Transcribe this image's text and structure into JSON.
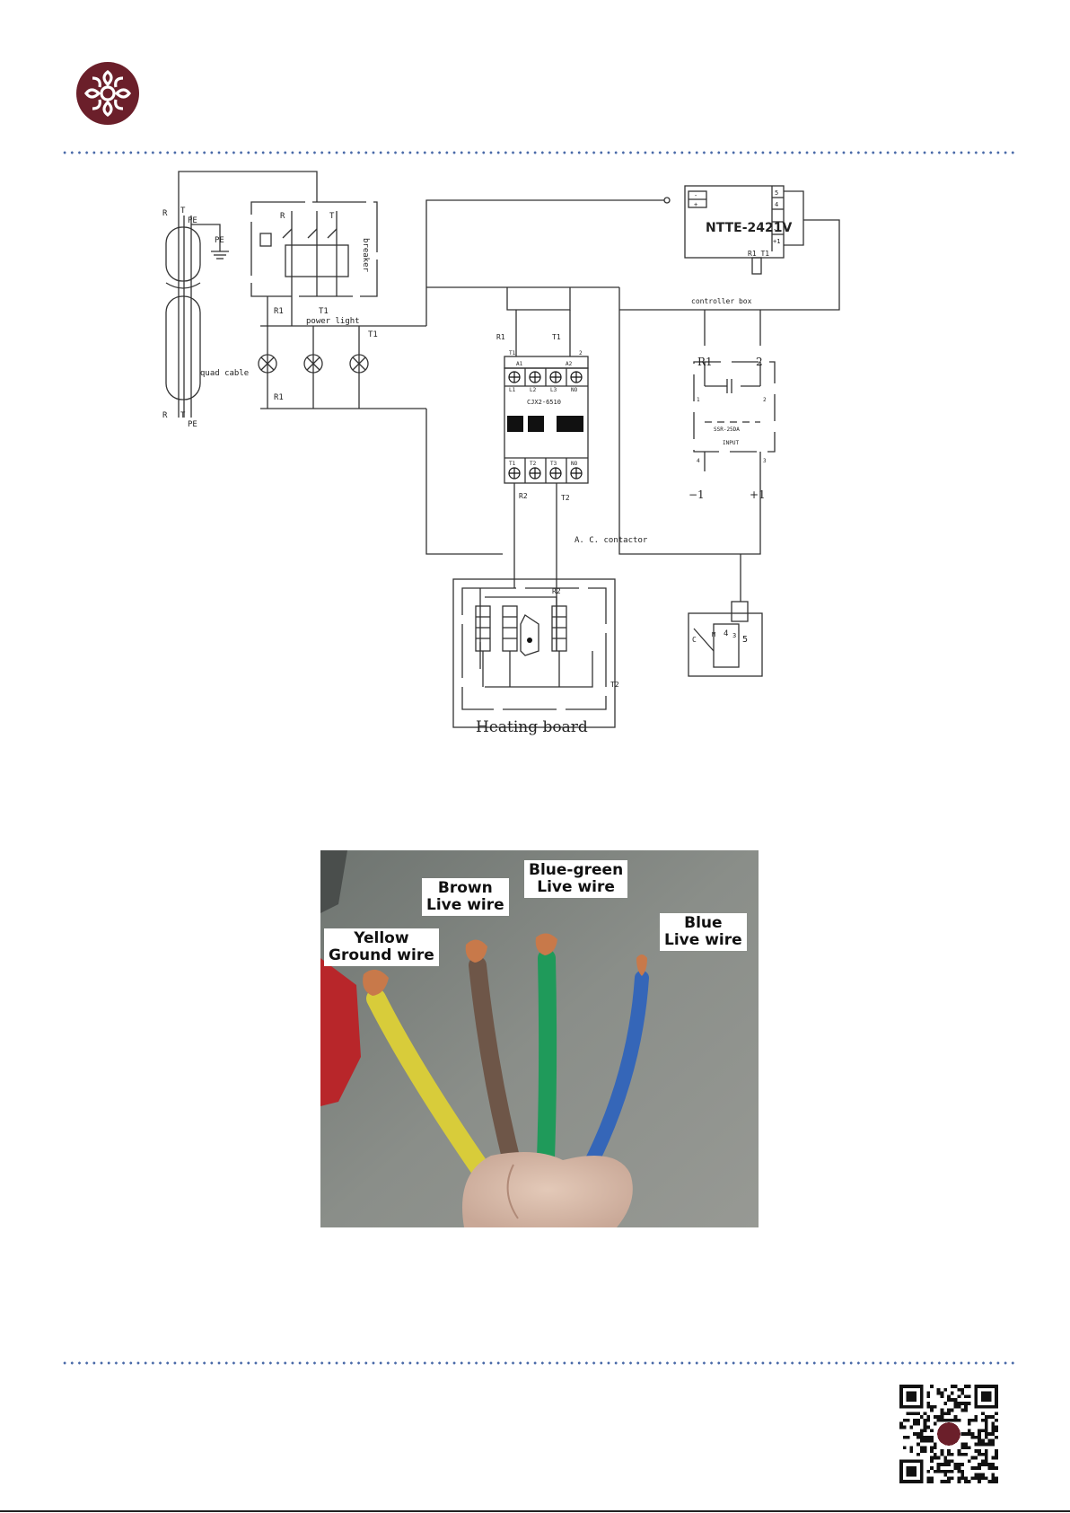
{
  "header": {
    "logo": {
      "icon": "company-logo",
      "color": "#6b1f2a"
    }
  },
  "diagram": {
    "labels": {
      "r": "R",
      "t": "T",
      "pe": "PE",
      "pe_ground": "PE",
      "r_breaker": "R",
      "t_breaker": "T",
      "breaker": "breaker",
      "r1": "R1",
      "t1": "T1",
      "power_light": "power light",
      "t1_lamp": "T1",
      "r1_lamp": "R1",
      "quad_cable": "quad cable",
      "r_bottom": "R",
      "t_bottom": "T",
      "pe_bottom": "PE",
      "controller_model": "NTTE-2421V",
      "ctrl_minus": "-",
      "ctrl_plus": "+",
      "ctrl_5": "5",
      "ctrl_4": "4",
      "ctrl_m1": "-1",
      "ctrl_p1": "+1",
      "ctrl_r1t1": "R1 T1",
      "controller_box": "controller box",
      "r1_contactor": "R1",
      "t1_contactor": "T1",
      "a1": "A1",
      "a2": "A2",
      "t1_small": "T1",
      "two_small": "2",
      "l1": "L1",
      "l2": "L2",
      "l3": "L3",
      "no_top": "NO",
      "contactor_model": "CJX2-6510",
      "t1_bottom": "T1",
      "t2_bottom": "T2",
      "t3_bottom": "T3",
      "no_bottom": "NO",
      "r2": "R2",
      "t2": "T2",
      "ac_contactor": "A. C. contactor",
      "ssr_r1": "R1",
      "ssr_2": "2",
      "ssr_1_small": "1",
      "ssr_2_small": "2",
      "ssr_model": "SSR-25DA",
      "ssr_input": "INPUT",
      "ssr_4_small": "4",
      "ssr_3_small": "3",
      "ssr_minus1": "−1",
      "ssr_plus1": "+1",
      "r2_heater": "R2",
      "t2_heater": "T2",
      "heating_board": "Heating board",
      "thermo_c": "C",
      "thermo_m": "M",
      "thermo_4": "4",
      "thermo_3": "3",
      "thermo_5": "5"
    }
  },
  "photo": {
    "wires": [
      {
        "name": "yellow",
        "line1": "Yellow",
        "line2": "Ground wire",
        "color": "#d8cc3a"
      },
      {
        "name": "brown",
        "line1": "Brown",
        "line2": "Live wire",
        "color": "#6e5648"
      },
      {
        "name": "blue-green",
        "line1": "Blue-green",
        "line2": "Live wire",
        "color": "#1f9a5a"
      },
      {
        "name": "blue",
        "line1": "Blue",
        "line2": "Live wire",
        "color": "#3566b8"
      }
    ]
  },
  "footer": {
    "qr_icon": "qr-code-icon"
  }
}
